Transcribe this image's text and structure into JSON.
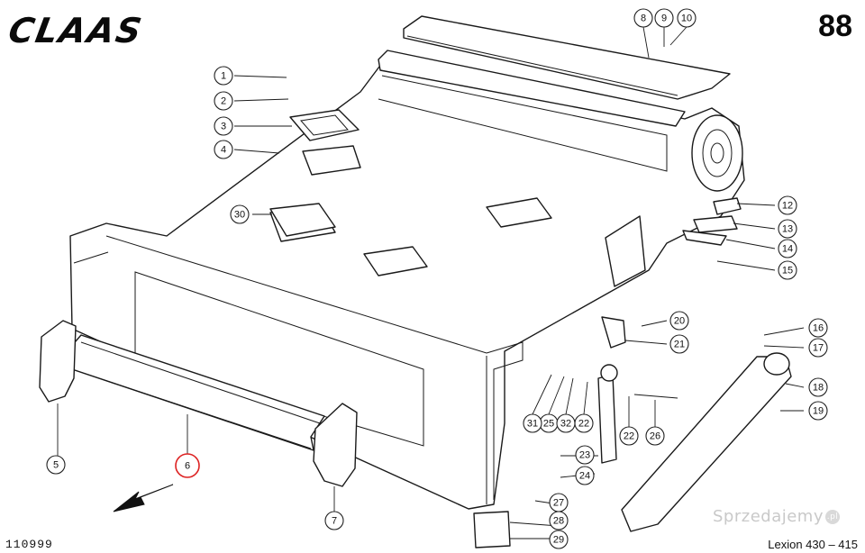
{
  "header": {
    "brand": "CLAAS",
    "page_number": "88"
  },
  "footer": {
    "doc_number": "110999",
    "model": "Lexion 430 – 415",
    "watermark": "Sprzedajemy",
    "watermark_suffix": ".pl"
  },
  "highlighted_callout": "6",
  "callouts": [
    {
      "label": "1"
    },
    {
      "label": "2"
    },
    {
      "label": "3"
    },
    {
      "label": "4"
    },
    {
      "label": "5"
    },
    {
      "label": "6"
    },
    {
      "label": "7"
    },
    {
      "label": "8"
    },
    {
      "label": "9"
    },
    {
      "label": "10"
    },
    {
      "label": "12"
    },
    {
      "label": "13"
    },
    {
      "label": "14"
    },
    {
      "label": "15"
    },
    {
      "label": "16"
    },
    {
      "label": "17"
    },
    {
      "label": "18"
    },
    {
      "label": "19"
    },
    {
      "label": "20"
    },
    {
      "label": "21"
    },
    {
      "label": "22"
    },
    {
      "label": "22"
    },
    {
      "label": "23"
    },
    {
      "label": "24"
    },
    {
      "label": "25"
    },
    {
      "label": "26"
    },
    {
      "label": "27"
    },
    {
      "label": "28"
    },
    {
      "label": "29"
    },
    {
      "label": "30"
    },
    {
      "label": "31"
    },
    {
      "label": "32"
    }
  ]
}
